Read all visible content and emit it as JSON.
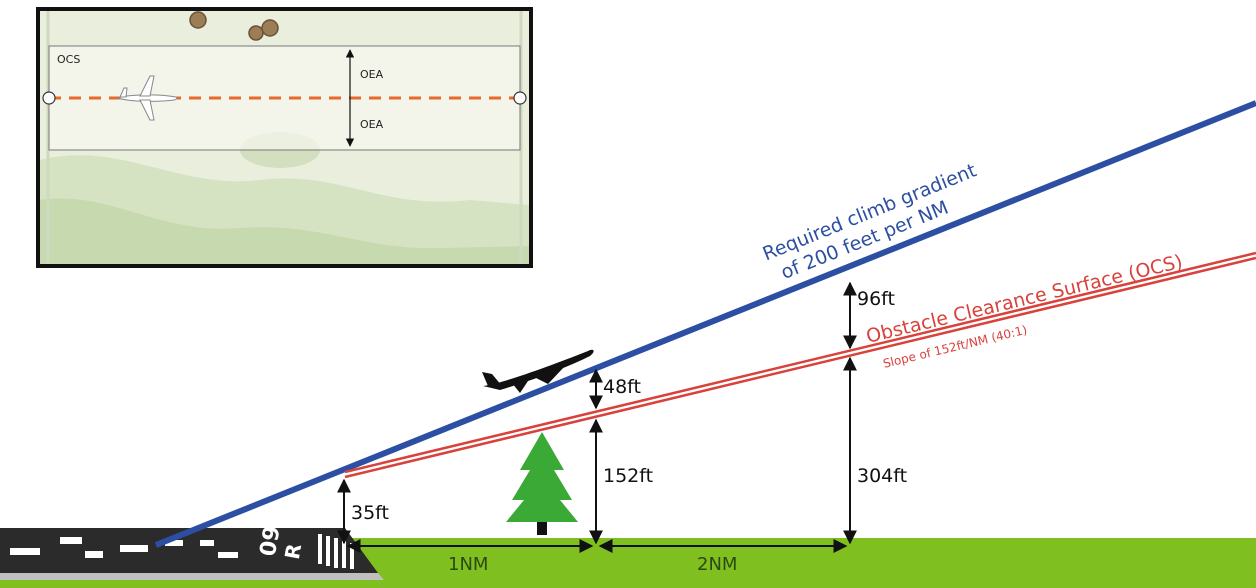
{
  "inset": {
    "ocs_label": "OCS",
    "oea_top_label": "OEA",
    "oea_bottom_label": "OEA"
  },
  "lines": {
    "climb_label_line1": "Required climb gradient",
    "climb_label_line2": "of 200 feet per NM",
    "ocs_label": "Obstacle Clearance Surface (OCS)",
    "ocs_slope_label": "Slope of 152ft/NM (40:1)"
  },
  "measurements": {
    "runway_end_height": "35ft",
    "tree_height": "152ft",
    "tree_margin": "48ft",
    "second_height": "304ft",
    "second_margin": "96ft",
    "distance_1": "1NM",
    "distance_2": "2NM"
  },
  "runway": {
    "number": "09",
    "letter": "R"
  },
  "colors": {
    "climb_line": "#2d4fa3",
    "ocs_line": "#d9413b",
    "ground": "#7fbf1f",
    "tree": "#3aa935",
    "runway": "#2b2b2b",
    "inset_path": "#e8692a"
  }
}
